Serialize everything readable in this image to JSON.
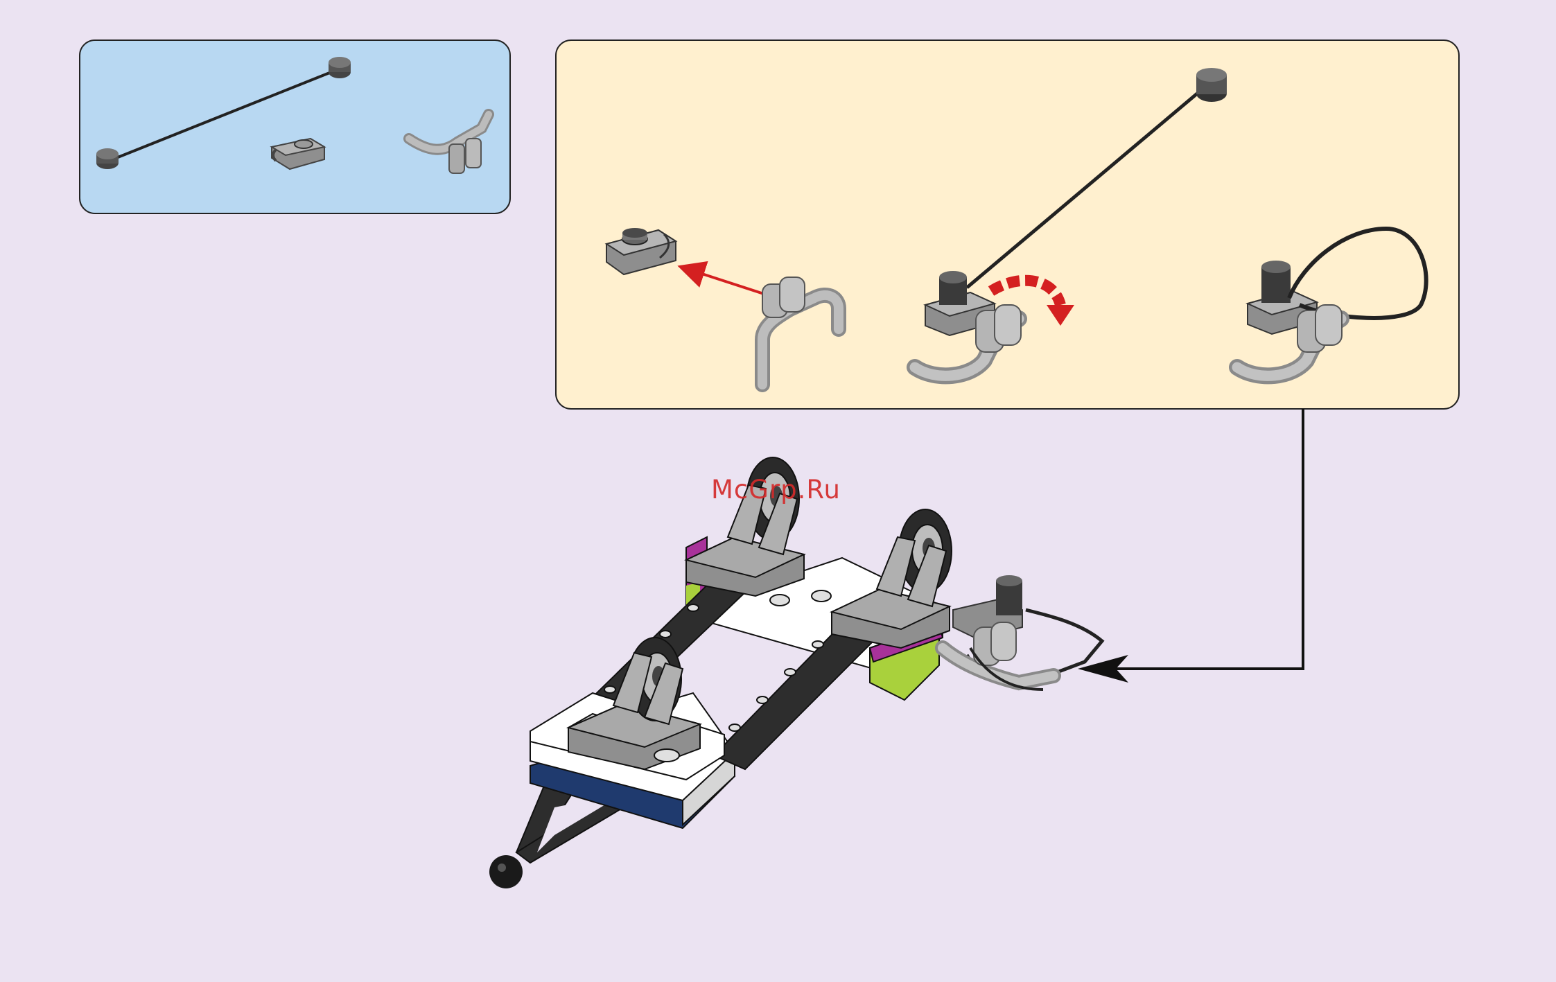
{
  "page": {
    "background": "#ebe3f2"
  },
  "parts_panel": {
    "background": "#b8d8f2",
    "parts": [
      "string-with-end-studs",
      "plate-with-clip",
      "curved-bar-handle"
    ]
  },
  "substep_panel": {
    "background": "#fff0cf",
    "substeps": [
      "attach-clip-plate-to-handle",
      "rotate-to-connect-string",
      "loop-string"
    ]
  },
  "main_model": {
    "name": "trailer-with-wheels"
  },
  "watermark": {
    "text": "McGrp.Ru",
    "color": "#d42b2b"
  },
  "colors": {
    "arrow_red": "#d42020",
    "part_gray": "#a9a9a9",
    "dark_gray": "#555555",
    "magenta": "#a8329a",
    "lime": "#a9d13c",
    "navy": "#1f3a6e"
  }
}
